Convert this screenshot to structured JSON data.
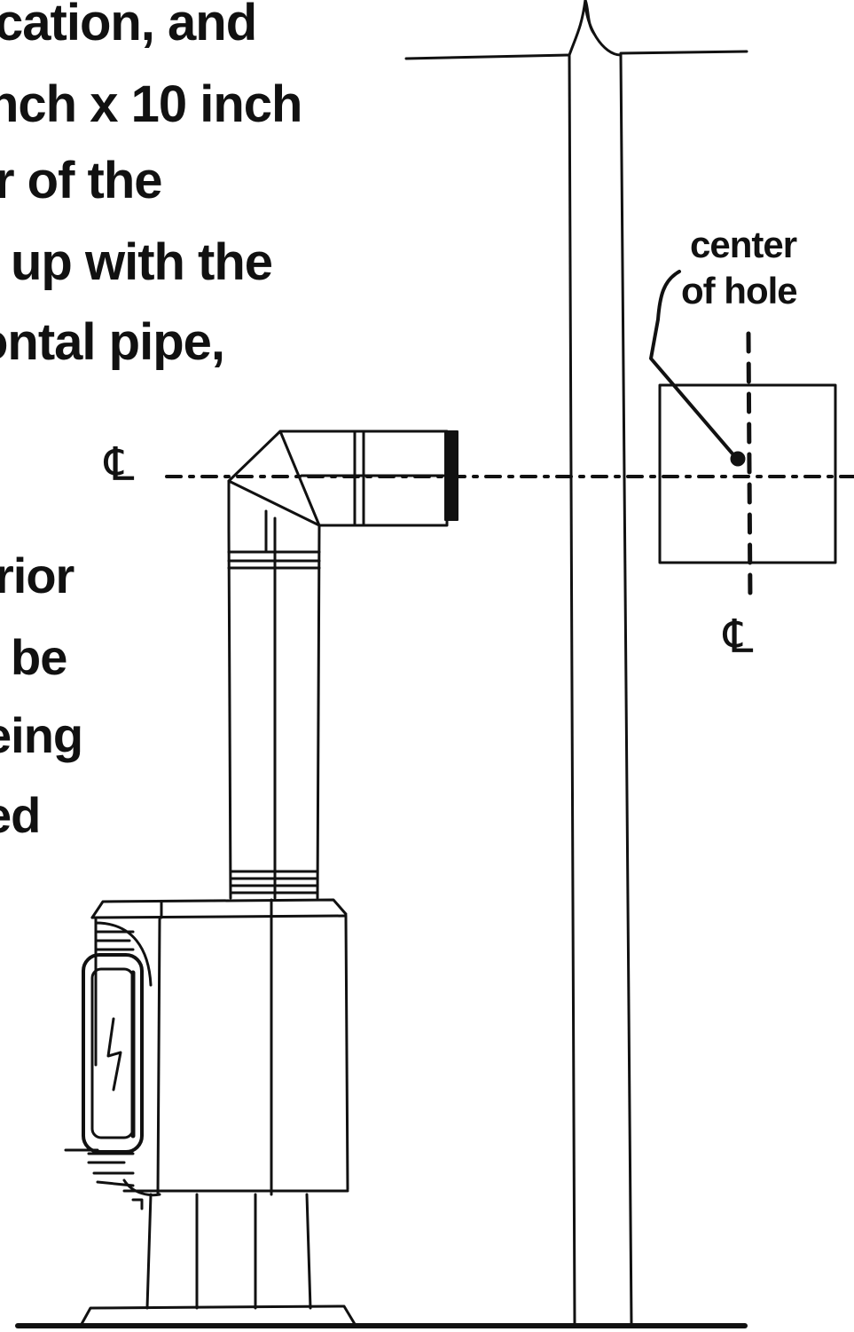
{
  "instructions": {
    "lines_top": [
      "cation, and",
      "nch x 10 inch",
      "r of the",
      "up with the",
      "ontal pipe,"
    ],
    "lines_lower": [
      "rior",
      "be",
      "eing",
      "ed"
    ]
  },
  "diagram": {
    "callout_text_line1": "center",
    "callout_text_line2": "of  hole",
    "centerline_symbol": "℄",
    "centerline_symbol_bottom": "℄"
  }
}
